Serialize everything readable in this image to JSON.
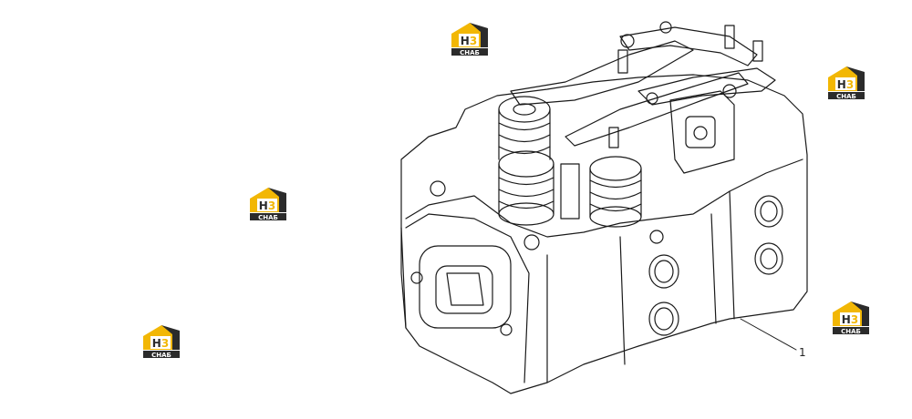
{
  "diagram": {
    "callouts": [
      {
        "label": "1"
      }
    ]
  },
  "watermark": {
    "text_top": "H3",
    "text_bottom": "CHAБ",
    "colors": {
      "gold": "#f2b705",
      "dark": "#2b2b2b",
      "white": "#ffffff"
    }
  },
  "line_color": "#1a1a1a"
}
